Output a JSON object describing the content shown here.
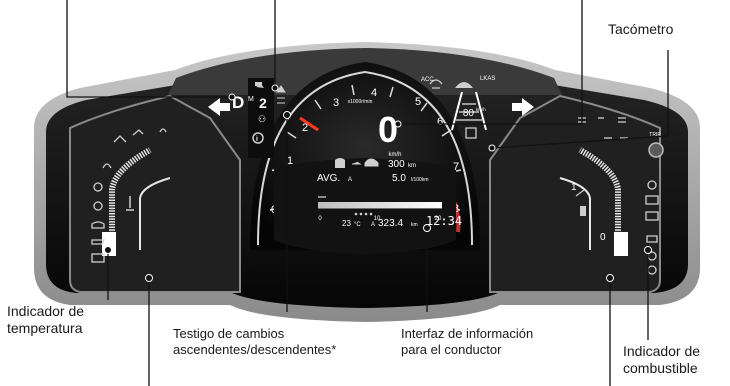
{
  "labels": {
    "tachometer": "Tacómetro",
    "temp_gauge_line1": "Indicador de",
    "temp_gauge_line2": "temperatura",
    "shift_indicator_line1": "Testigo de cambios",
    "shift_indicator_line2": "ascendentes/descendentes*",
    "driver_info_line1": "Interfaz de información",
    "driver_info_line2": "para el conductor",
    "fuel_gauge_line1": "Indicador de",
    "fuel_gauge_line2": "combustible"
  },
  "speedometer": {
    "speed": "0",
    "unit": "km/h",
    "scale_label": "x1000r/min",
    "ticks": [
      "1",
      "2",
      "3",
      "4",
      "5",
      "6",
      "7",
      "8"
    ],
    "zero": "0",
    "gear": "D",
    "gear_mode": "M",
    "gear_number": "2"
  },
  "adas": {
    "acc": "ACC",
    "lkas": "LKAS",
    "set_speed": "80",
    "set_speed_unit": "km/h"
  },
  "info_display": {
    "range_value": "300",
    "range_unit": "km",
    "avg_label": "AVG.",
    "avg_suffix": "A",
    "avg_value": "5.0",
    "avg_unit": "l/100km",
    "bar_ticks": [
      "0",
      "10",
      "20"
    ],
    "outside_temp": "23",
    "outside_temp_unit": "°C",
    "trip_label": "A",
    "trip_value": "323.4",
    "trip_unit": "km",
    "clock": "12:34"
  },
  "gauges": {
    "fuel_full": "1",
    "fuel_empty": "0",
    "trip_button": "TRIP"
  },
  "colors": {
    "bezel": "#a9a9a9",
    "bezel_dark": "#6e6e6e",
    "panel": "#141414",
    "needle": "#ffffff",
    "callout_line": "#111111"
  }
}
